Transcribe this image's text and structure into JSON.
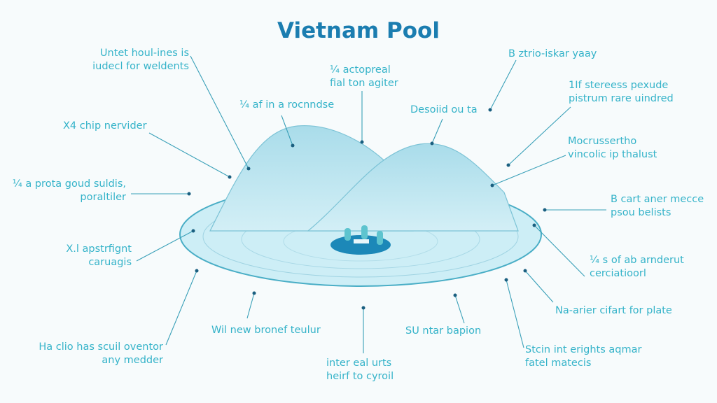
{
  "title": "Vietnam Pool",
  "colors": {
    "title": "#1b7db0",
    "label": "#35b3c9",
    "water": "#bfe8f2",
    "pool": "#1c88b8",
    "line": "#3aa0b8"
  },
  "labels": [
    {
      "lines": [
        "Untet houl-ines is",
        "iudecl for weldents"
      ]
    },
    {
      "lines": [
        "¼ actopreal",
        "fial ton agiter"
      ]
    },
    {
      "lines": [
        "¼ af in a rocnndse"
      ]
    },
    {
      "lines": [
        "X4 chip nervider"
      ]
    },
    {
      "lines": [
        "¼ a prota goud suldis,",
        "poraltiler"
      ]
    },
    {
      "lines": [
        "X.l apstrfignt",
        "caruagis"
      ]
    },
    {
      "lines": [
        "Ha clio has scuil oventor",
        "any medder"
      ]
    },
    {
      "lines": [
        "Wil new bronef teulur"
      ]
    },
    {
      "lines": [
        "inter eal urts",
        "heirf to cyroil"
      ]
    },
    {
      "lines": [
        "SU ntar bapion"
      ]
    },
    {
      "lines": [
        "Stcin int erights aqmar",
        "fatel matecis"
      ]
    },
    {
      "lines": [
        "Na-arier cifart for plate"
      ]
    },
    {
      "lines": [
        "¼ s of ab arnderut",
        "cerciatioorl"
      ]
    },
    {
      "lines": [
        "B cart aner mecce",
        "psou belists"
      ]
    },
    {
      "lines": [
        "Mocrussertho",
        "vincolic ip thalust"
      ]
    },
    {
      "lines": [
        "1If stereess pexude",
        "pistrum rare uindred"
      ]
    },
    {
      "lines": [
        "Desoiid ou ta"
      ]
    },
    {
      "lines": [
        "B ztrio-iskar yaay"
      ]
    }
  ]
}
